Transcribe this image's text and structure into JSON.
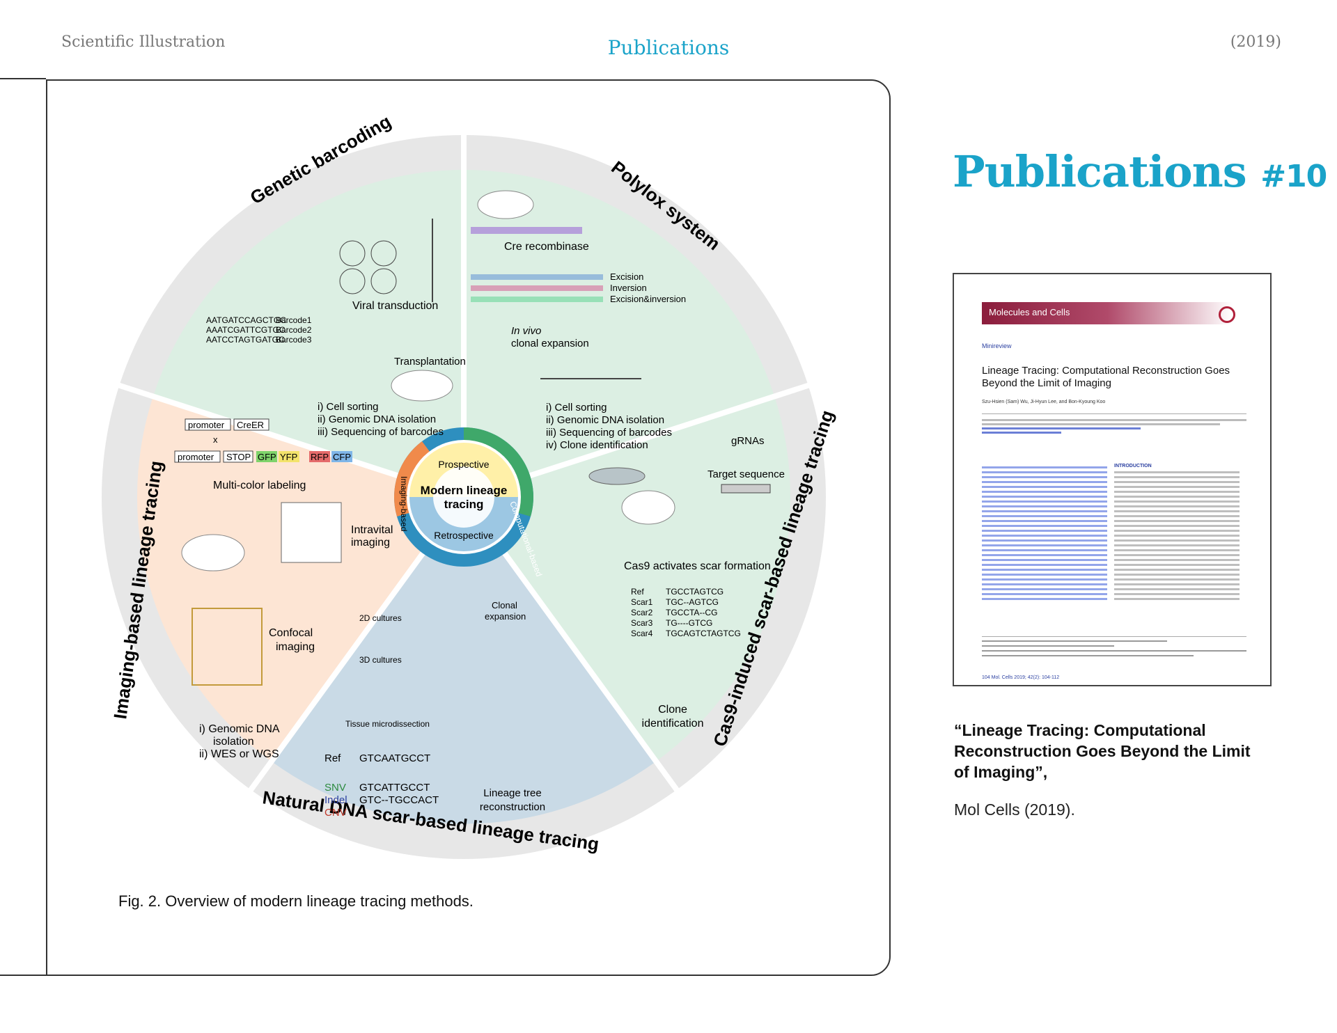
{
  "header": {
    "left": "Scientific Illustration",
    "center": "Publications",
    "right": "(2019)"
  },
  "figure": {
    "center": {
      "line1": "Modern lineage",
      "line2": "tracing",
      "prospective": "Prospective",
      "retrospective": "Retrospective",
      "computational": "Computational-based",
      "imaging": "Imaging-based"
    },
    "sections": {
      "genetic": "Genetic barcoding",
      "polylox": "Polylox system",
      "cas9": "Cas9-induced scar-based lineage tracing",
      "natural": "Natural DNA scar-based lineage tracing",
      "imaging": "Imaging-based lineage tracing"
    },
    "genetic": {
      "viral": "Viral transduction",
      "transplant": "Transplantation",
      "ellipsis": "...",
      "barcodes": [
        {
          "seq": "AATGATCCAGCTGC",
          "name": "Barcode1"
        },
        {
          "seq": "AAATCGATTCGTGC",
          "name": "Barcode2"
        },
        {
          "seq": "AATCCTAGTGATGC",
          "name": "Barcode3"
        }
      ],
      "steps": [
        "i) Cell sorting",
        "ii) Genomic DNA isolation",
        "iii) Sequencing of barcodes"
      ]
    },
    "polylox": {
      "cre": "Cre recombinase",
      "exc": "Excision",
      "inv": "Inversion",
      "excinv": "Excision&inversion",
      "invivo": "In vivo",
      "clonal": "clonal expansion",
      "steps": [
        "i) Cell sorting",
        "ii) Genomic DNA isolation",
        "iii) Sequencing of barcodes",
        "iv) Clone identification"
      ]
    },
    "cas9": {
      "grnas": "gRNAs",
      "target": "Target sequence",
      "activates": "Cas9 activates scar formation",
      "rows": [
        {
          "name": "Ref",
          "seq": "TGCCTAGTCG"
        },
        {
          "name": "Scar1",
          "seq": "TGC--AGTCG"
        },
        {
          "name": "Scar2",
          "seq": "TGCCTA--CG"
        },
        {
          "name": "Scar3",
          "seq": "TG----GTCG"
        },
        {
          "name": "Scar4",
          "seq": "TGCAGTCTAGTCG"
        }
      ],
      "clone1": "Clone",
      "clone2": "identification"
    },
    "natural": {
      "c2d": "2D cultures",
      "c3d": "3D cultures",
      "tissue": "Tissue microdissection",
      "clonal1": "Clonal",
      "clonal2": "expansion",
      "s1": "i) Genomic DNA",
      "s1b": "isolation",
      "s2": "ii) WES or WGS",
      "ref": "Ref",
      "refseq": "GTCAATGCCT",
      "snv": "SNV",
      "snvseq": "GTCATTGCCT",
      "indel": "Indel",
      "indelseq": "GTC--TGCCACT",
      "cnv": "CNV",
      "lt1": "Lineage tree",
      "lt2": "reconstruction"
    },
    "imaging": {
      "promoter": "promoter",
      "creer": "CreER",
      "x": "x",
      "stop": "STOP",
      "gfp": "GFP",
      "yfp": "YFP",
      "rfp": "RFP",
      "cfp": "CFP",
      "multicolor": "Multi-color labeling",
      "intravital1": "Intravital",
      "intravital2": "imaging",
      "confocal1": "Confocal",
      "confocal2": "imaging"
    }
  },
  "caption": "Fig. 2. Overview of modern lineage tracing methods.",
  "pub": {
    "title_word": "Publications",
    "number": "#10"
  },
  "paper": {
    "journal": "Molecules and Cells",
    "type": "Minireview",
    "title": "Lineage Tracing: Computational Reconstruction Goes Beyond the Limit of Imaging",
    "authors": "Szu-Hsien (Sam) Wu, Ji-Hyun Lee, and Bon-Kyoung Koo",
    "intro": "INTRODUCTION",
    "page": "104   Mol. Cells 2019; 42(2): 104-112"
  },
  "quote": "“Lineage Tracing: Computational Reconstruction Goes Beyond the Limit of Imaging”,",
  "citation": "Mol Cells (2019).",
  "colors": {
    "accent": "#1aa3c9",
    "genetic": "#dcefe3",
    "imaging": "#fde5d4",
    "natural": "#c9dae6",
    "ring": "#e7e7e7"
  }
}
